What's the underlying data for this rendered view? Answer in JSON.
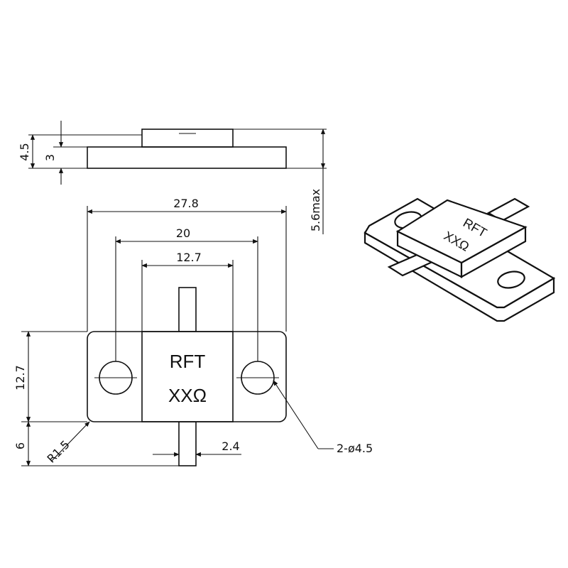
{
  "side_view": {
    "dim_total_height": "4.5",
    "dim_flange_height": "3",
    "dim_max_height": "5.6max"
  },
  "top_view": {
    "dim_overall_length": "27.8",
    "dim_hole_spacing": "20",
    "dim_body_width": "12.7",
    "dim_flange_width": "12.7",
    "dim_lead_length": "6",
    "dim_corner_radius": "R1.5",
    "dim_lead_width": "2.4",
    "dim_hole_callout": "2-ø4.5",
    "marking_line1": "RFT",
    "marking_line2": "XXΩ"
  },
  "iso_view": {
    "marking_line1": "RFT",
    "marking_line2": "XXΩ"
  }
}
